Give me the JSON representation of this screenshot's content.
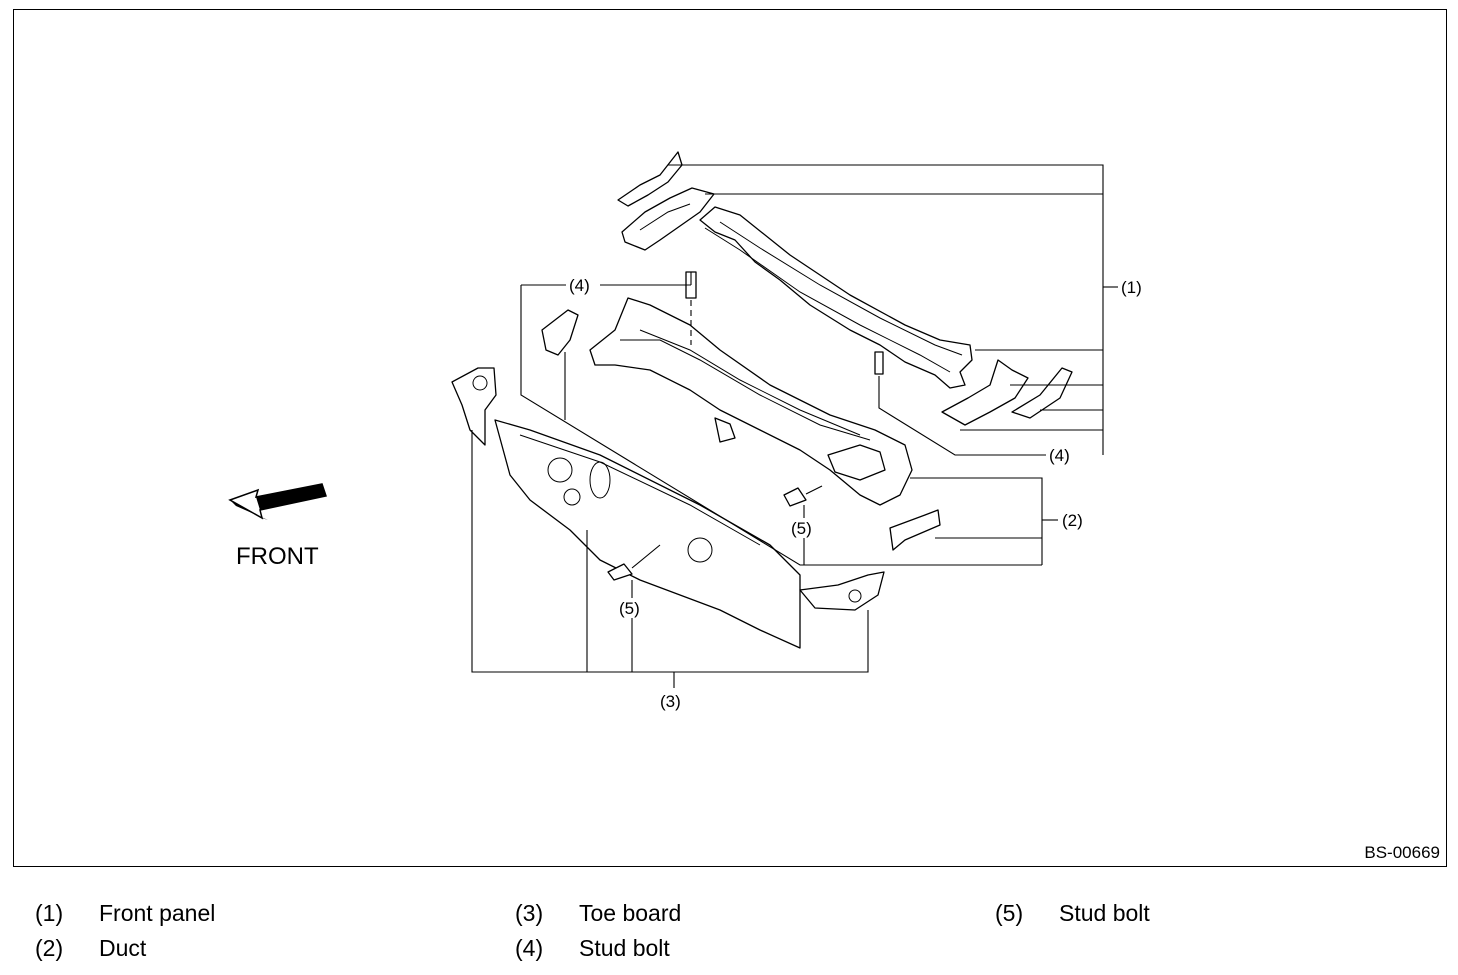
{
  "figure": {
    "code": "BS-00669",
    "direction_label": "FRONT",
    "callouts": [
      "(1)",
      "(2)",
      "(3)",
      "(4)",
      "(4)",
      "(5)",
      "(5)"
    ]
  },
  "legend": [
    {
      "num": "(1)",
      "text": "Front panel"
    },
    {
      "num": "(2)",
      "text": "Duct"
    },
    {
      "num": "(3)",
      "text": "Toe board"
    },
    {
      "num": "(4)",
      "text": "Stud bolt"
    },
    {
      "num": "(5)",
      "text": "Stud bolt"
    }
  ]
}
